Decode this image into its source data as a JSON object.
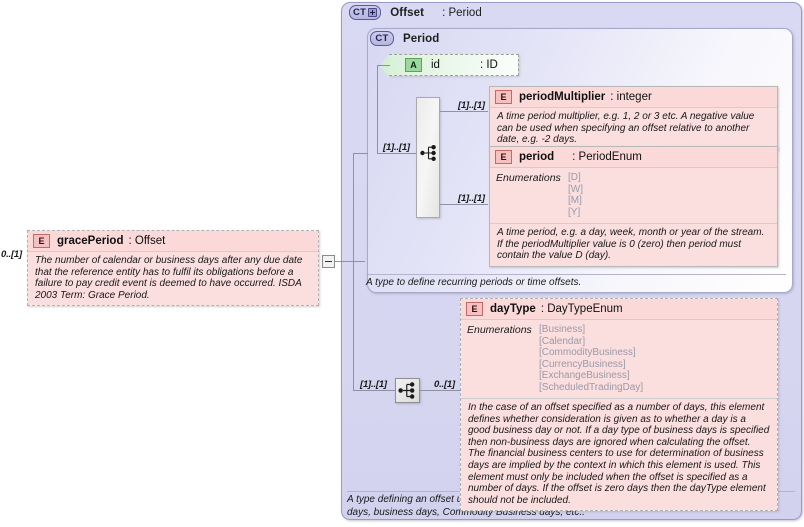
{
  "diagram": {
    "kind": "xml-schema-diagram"
  },
  "offset": {
    "badge": "CT",
    "name": "Offset",
    "type": ": Period",
    "doc": "A type defining an offset used in calculating a new date relative to a reference date. E.g. calendar days, business days, Commodity Business days, etc.."
  },
  "period": {
    "badge": "CT",
    "name": "Period",
    "doc": "A type to define recurring periods or time offsets.",
    "id_attr": {
      "badge": "A",
      "name": "id",
      "type": ": ID"
    },
    "periodMultiplier": {
      "badge": "E",
      "name": "periodMultiplier",
      "type": ": integer",
      "doc": "A time period multiplier, e.g. 1, 2 or 3 etc. A negative value can be used when specifying an offset relative to another date, e.g. -2 days."
    },
    "period_elem": {
      "badge": "E",
      "name": "period",
      "type": ": PeriodEnum",
      "enum_label": "Enumerations",
      "enums": [
        "[D]",
        "[W]",
        "[M]",
        "[Y]"
      ],
      "doc": "A time period, e.g. a day, week, month or year of the stream. If the periodMultiplier value is 0 (zero) then period must contain the value D (day)."
    }
  },
  "dayType": {
    "badge": "E",
    "name": "dayType",
    "type": ": DayTypeEnum",
    "enum_label": "Enumerations",
    "enums": [
      "[Business]",
      "[Calendar]",
      "[CommodityBusiness]",
      "[CurrencyBusiness]",
      "[ExchangeBusiness]",
      "[ScheduledTradingDay]"
    ],
    "doc": "In the case of an offset specified as a number of days, this element defines whether consideration is given as to whether a day is a good business day or not. If a day type of business days is specified then non-business days are ignored when calculating the offset. The financial business centers to use for determination of business days are implied by the context in which this element is used. This element must only be included when the offset is specified as a number of days. If the offset is zero days then the dayType element should not be included."
  },
  "gracePeriod": {
    "badge": "E",
    "name": "gracePeriod",
    "type": ": Offset",
    "doc": "The number of calendar or business days after any due date that the reference entity has to fulfil its obligations before a failure to pay credit event is deemed to have occurred. ISDA 2003 Term: Grace Period."
  },
  "cardinality": {
    "gracePeriod": "0..[1]",
    "sequence_in": "[1]..[1]",
    "periodMultiplier": "[1]..[1]",
    "period": "[1]..[1]",
    "daytype_seq_in": "[1]..[1]",
    "daytype_out": "0..[1]"
  },
  "colors": {
    "complex_type_fill": "#d6d6f1",
    "element_fill": "#fbdede",
    "element_header": "#fbd9d9",
    "attribute_fill": "#eaf7ea",
    "connector": "#8f8fa8"
  }
}
